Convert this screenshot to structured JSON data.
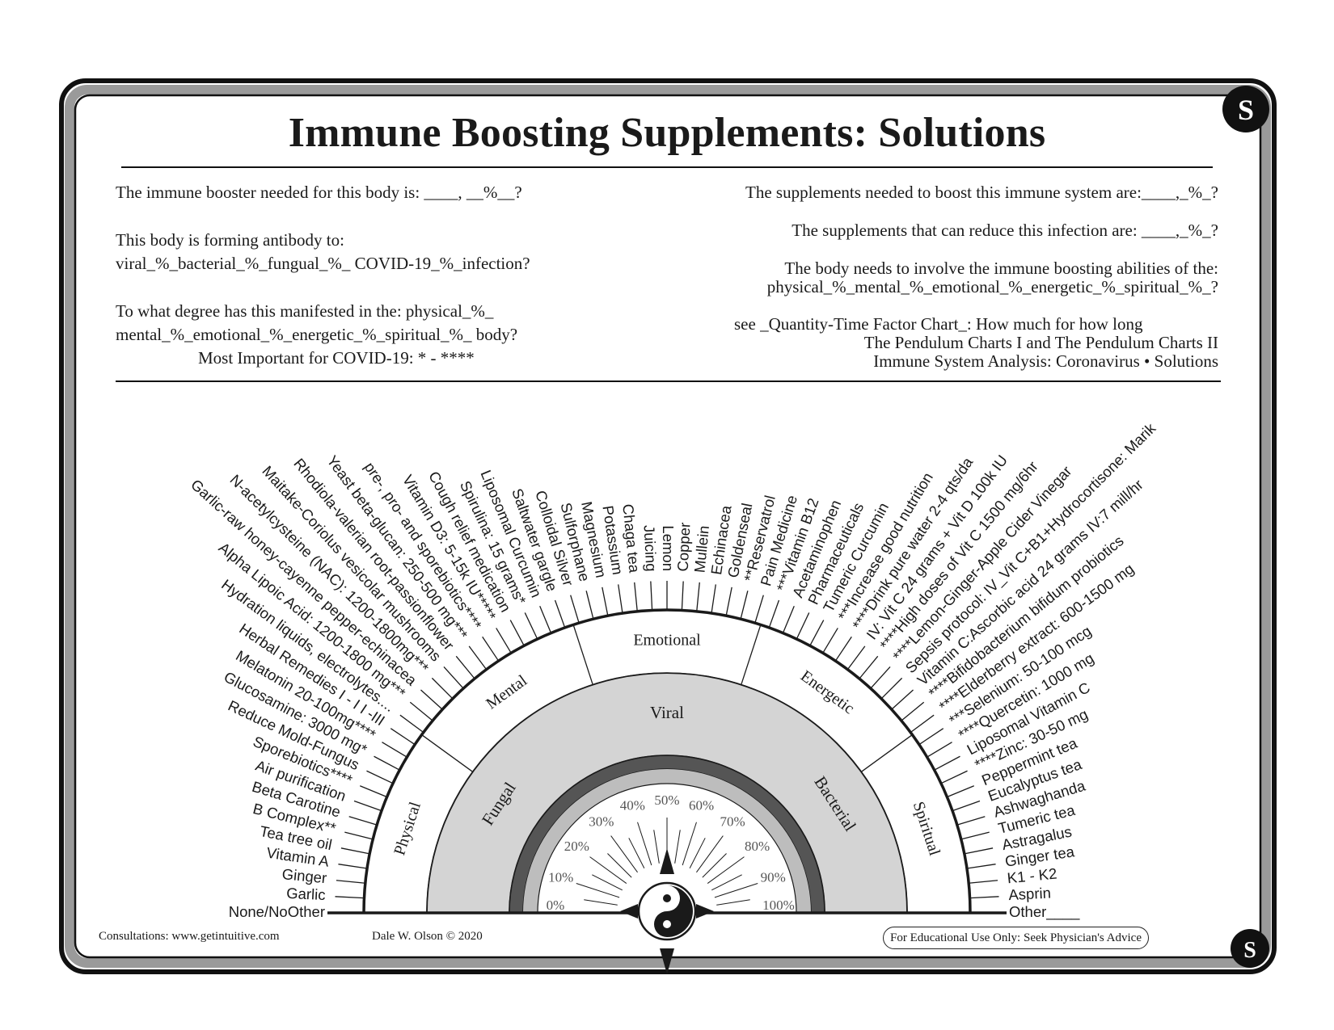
{
  "title": "Immune Boosting Supplements: Solutions",
  "corner_badge": "S",
  "left_questions": {
    "q1": "The immune booster needed for this body is: ____, __%__?",
    "q2_line1": "This body is forming antibody to:",
    "q2_line2": "viral_%_bacterial_%_fungual_%_ COVID-19_%_infection?",
    "q3_line1": "To what degree has this manifested in the: physical_%_",
    "q3_line2": "mental_%_emotional_%_energetic_%_spiritual_%_ body?",
    "q3_line3": "Most Important for COVID-19: * - ****"
  },
  "right_questions": {
    "q1": "The supplements needed to boost this immune system are:____,_%_?",
    "q2": "The supplements that can reduce this infection are: ____,_%_?",
    "q3_line1": "The body needs to involve the immune boosting abilities of the:",
    "q3_line2": "physical_%_mental_%_emotional_%_energetic_%_spiritual_%_?",
    "ref1": "see _Quantity-Time Factor Chart_: How much for how long",
    "ref2": "The Pendulum Charts I and The Pendulum Charts II",
    "ref3": "Immune System Analysis: Coronavirus • Solutions"
  },
  "fan_labels": [
    "None/NoOther",
    "Garlic",
    "Ginger",
    "Vitamin A",
    "Tea tree oil",
    "B Complex**",
    "Beta Carotine",
    "Air purification",
    "Sporebiotics****",
    "Reduce Mold-Fungus",
    "Glucosamine: 3000 mg*",
    "Melatonin 20-100mg****",
    "Herbal Remedies I - I I -III",
    "Hydration liquids, electrolytes....",
    "Alpha Lipoic Acid: 1200-1800 mg***",
    "Garlic-raw honey-cayenne pepper-echinacea",
    "N-acetylcysteine (NAC): 1200-1800mg***",
    "Maitake-Coriolus vesicolar mushrooms",
    "Rhodiola-valerian root-passionflower",
    "Yeast beta-glucan: 250-500 mg***",
    "pre-, pro- and sporebiotics****",
    "Vitamin D3: 5-15k IU*****",
    "Cough relief medication",
    "Spirulina: 15 grams*",
    "Liposomal Curcumin",
    "Saltwater gargle",
    "Colloidal Silver",
    "Sulforphane",
    "Magnesium",
    "Potassium",
    "Chaga tea",
    "Juicing",
    "Lemon",
    "Copper",
    "Mullein",
    "Echinacea",
    "Goldenseal",
    "**Reservatrol",
    "Pain Medicine",
    "***Vitamin B12",
    "Acetaminophen",
    "Pharmaceuticals",
    "Tumeric Curcumin",
    "***Increase good nutrition",
    "****Drink pure water 2-4 qts/da",
    "IV: Vit C 24 grams + Vit D 100k IU",
    "****High doses of Vit C 1500 mg/6hr",
    "****Lemon-Ginger-Apple Cider Vinegar",
    "Sepsis protocol: IV_Vit C+B1+Hydrocortisone: Marik",
    "Vitamin C:Ascorbic acid 24 grams IV:7 mill/hr",
    "****Bifidobacterium bifidum probiotics",
    "****Elderberry extract: 600-1500 mg",
    "***Selenium: 50-100 mcg",
    "****Quercetin: 1000 mg",
    "Liposomal Vitamin C",
    "****Zinc: 30-50 mg",
    "Peppermint tea",
    "Eucalyptus tea",
    "Ashwaghanda",
    "Tumeric tea",
    "Astragalus",
    "Ginger tea",
    "K1 - K2",
    "Asprin",
    "Other____"
  ],
  "body_ring_labels": [
    "Physical",
    "Mental",
    "Emotional",
    "Energetic",
    "Spiritual"
  ],
  "infection_ring_labels": [
    "Fungal",
    "Viral",
    "Bacterial"
  ],
  "percent_labels": [
    "0%",
    "10%",
    "20%",
    "30%",
    "40%",
    "50%",
    "60%",
    "70%",
    "80%",
    "90%",
    "100%"
  ],
  "footer": {
    "consultations": "Consultations:  www.getintuitive.com",
    "author": "Dale W. Olson © 2020",
    "disclaimer": "For Educational Use Only: Seek Physician's Advice"
  },
  "colors": {
    "ink": "#1a1a1a",
    "frame_gray": "#9a9a9a",
    "band_gray": "#d4d4d4"
  }
}
